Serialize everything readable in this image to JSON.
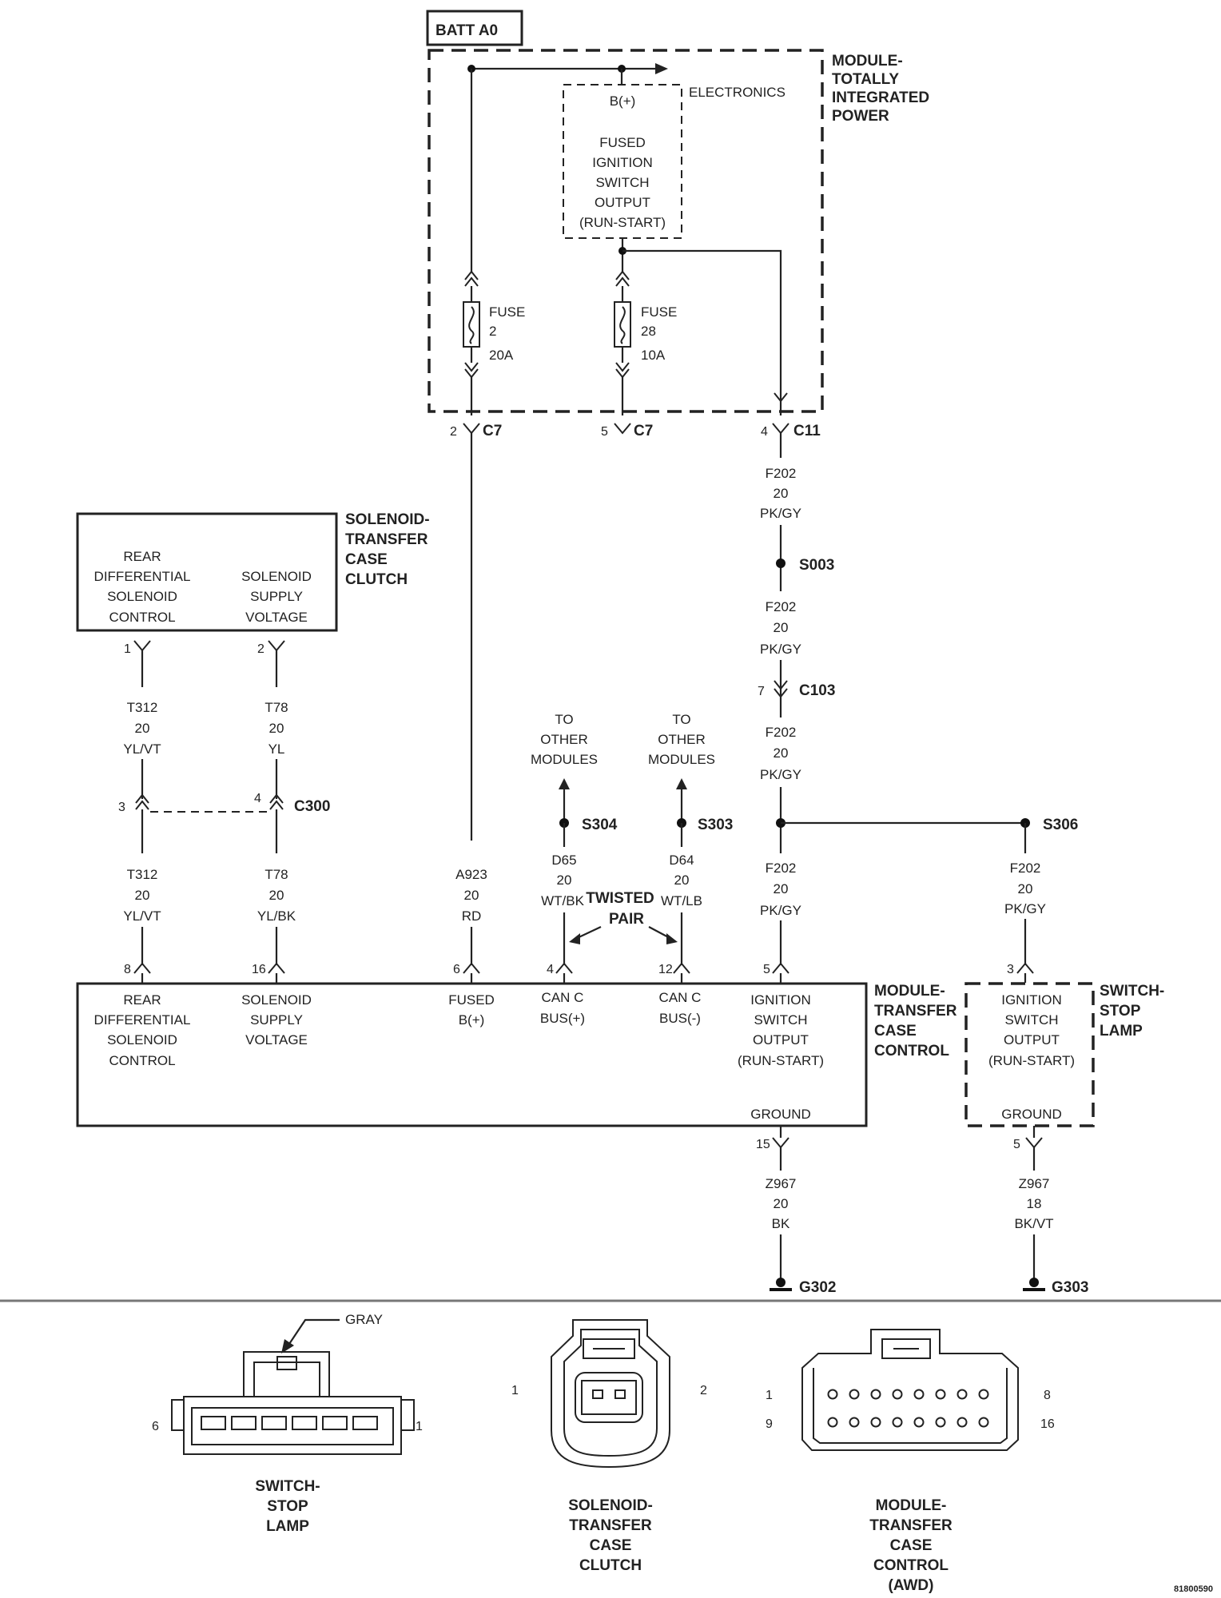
{
  "batt": "BATT A0",
  "tip": {
    "name": [
      "MODULE-",
      "TOTALLY",
      "INTEGRATED",
      "POWER"
    ],
    "electronics": "ELECTRONICS",
    "bplus": "B(+)",
    "fused_output": [
      "FUSED",
      "IGNITION",
      "SWITCH",
      "OUTPUT",
      "(RUN-START)"
    ],
    "fuse2": [
      "FUSE",
      "2",
      "20A"
    ],
    "fuse28": [
      "FUSE",
      "28",
      "10A"
    ],
    "conn_a": {
      "pin": "2",
      "name": "C7"
    },
    "conn_b": {
      "pin": "5",
      "name": "C7"
    },
    "conn_c": {
      "pin": "4",
      "name": "C11"
    }
  },
  "wires": {
    "f202_a": [
      "F202",
      "20",
      "PK/GY"
    ],
    "f202_b": [
      "F202",
      "20",
      "PK/GY"
    ],
    "f202_c": [
      "F202",
      "20",
      "PK/GY"
    ],
    "f202_d": [
      "F202",
      "20",
      "PK/GY"
    ],
    "f202_e": [
      "F202",
      "20",
      "PK/GY"
    ],
    "t312_a": [
      "T312",
      "20",
      "YL/VT"
    ],
    "t312_b": [
      "T312",
      "20",
      "YL/VT"
    ],
    "t78_a": [
      "T78",
      "20",
      "YL"
    ],
    "t78_b": [
      "T78",
      "20",
      "YL/BK"
    ],
    "a923": [
      "A923",
      "20",
      "RD"
    ],
    "d65": [
      "D65",
      "20",
      "WT/BK"
    ],
    "d64": [
      "D64",
      "20",
      "WT/LB"
    ],
    "z967_a": [
      "Z967",
      "20",
      "BK"
    ],
    "z967_b": [
      "Z967",
      "18",
      "BK/VT"
    ]
  },
  "splices": {
    "s003": "S003",
    "s304": "S304",
    "s303": "S303",
    "s306": "S306"
  },
  "connectors": {
    "c103": {
      "pin": "7",
      "name": "C103"
    },
    "c300": {
      "pin_left": "3",
      "pin_right": "4",
      "name": "C300"
    }
  },
  "to_other": [
    "TO",
    "OTHER",
    "MODULES"
  ],
  "twisted_pair": [
    "TWISTED",
    "PAIR"
  ],
  "solenoid": {
    "name": [
      "SOLENOID-",
      "TRANSFER",
      "CASE",
      "CLUTCH"
    ],
    "rear_diff": [
      "REAR",
      "DIFFERENTIAL",
      "SOLENOID",
      "CONTROL"
    ],
    "supply": [
      "SOLENOID",
      "SUPPLY",
      "VOLTAGE"
    ],
    "pin1": "1",
    "pin2": "2"
  },
  "tcm": {
    "name": [
      "MODULE-",
      "TRANSFER",
      "CASE",
      "CONTROL"
    ],
    "rear_diff": [
      "REAR",
      "DIFFERENTIAL",
      "SOLENOID",
      "CONTROL"
    ],
    "supply": [
      "SOLENOID",
      "SUPPLY",
      "VOLTAGE"
    ],
    "fused": [
      "FUSED",
      "B(+)"
    ],
    "can_plus": [
      "CAN C",
      "BUS(+)"
    ],
    "can_minus": [
      "CAN C",
      "BUS(-)"
    ],
    "ignition": [
      "IGNITION",
      "SWITCH",
      "OUTPUT",
      "(RUN-START)"
    ],
    "ground": "GROUND",
    "pins": {
      "p8": "8",
      "p16": "16",
      "p6": "6",
      "p4": "4",
      "p12": "12",
      "p5": "5",
      "p15": "15"
    }
  },
  "stop_lamp": {
    "name": [
      "SWITCH-",
      "STOP",
      "LAMP"
    ],
    "ignition": [
      "IGNITION",
      "SWITCH",
      "OUTPUT",
      "(RUN-START)"
    ],
    "ground": "GROUND",
    "pin3": "3",
    "pin5": "5"
  },
  "grounds": {
    "g302": "G302",
    "g303": "G303"
  },
  "views": {
    "stop_lamp": {
      "gray": "GRAY",
      "pin_left": "6",
      "pin_right": "1",
      "caption": [
        "SWITCH-",
        "STOP",
        "LAMP"
      ]
    },
    "solenoid": {
      "pin_left": "1",
      "pin_right": "2",
      "caption": [
        "SOLENOID-",
        "TRANSFER",
        "CASE",
        "CLUTCH"
      ]
    },
    "tcm": {
      "p1": "1",
      "p8": "8",
      "p9": "9",
      "p16": "16",
      "caption": [
        "MODULE-",
        "TRANSFER",
        "CASE",
        "CONTROL",
        "(AWD)"
      ]
    }
  },
  "figure_id": "81800590"
}
